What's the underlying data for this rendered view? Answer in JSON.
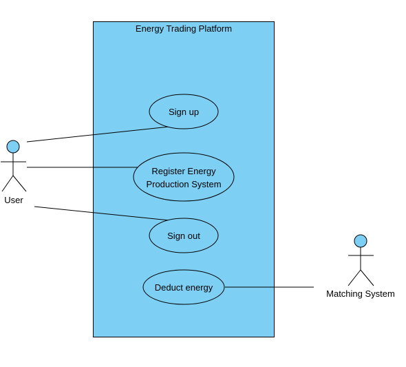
{
  "system": {
    "title": "Energy Trading Platform",
    "fill_color": "#7dcff4",
    "border_color": "#000000"
  },
  "actors": [
    {
      "id": "user",
      "label": "User",
      "icon": "stick-figure-icon",
      "fill_color": "#7dcff4"
    },
    {
      "id": "matching-system",
      "label": "Matching System",
      "icon": "stick-figure-icon",
      "fill_color": "#7dcff4"
    }
  ],
  "use_cases": [
    {
      "id": "sign-up",
      "lines": [
        "Sign up"
      ]
    },
    {
      "id": "register-energy-production-system",
      "lines": [
        "Register Energy",
        "Production System"
      ]
    },
    {
      "id": "sign-out",
      "lines": [
        "Sign out"
      ]
    },
    {
      "id": "deduct-energy",
      "lines": [
        "Deduct energy"
      ]
    }
  ],
  "associations": [
    {
      "from": "user",
      "to": "sign-up"
    },
    {
      "from": "user",
      "to": "register-energy-production-system"
    },
    {
      "from": "user",
      "to": "sign-out"
    },
    {
      "from": "matching-system",
      "to": "deduct-energy"
    }
  ]
}
